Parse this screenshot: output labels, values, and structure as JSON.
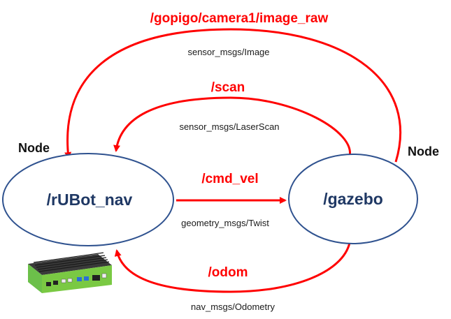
{
  "colors": {
    "topic": "#ff0000",
    "arrow": "#ff0000",
    "node_border": "#2f528f",
    "node_text": "#1f3864"
  },
  "nodes": {
    "left": {
      "name": "/rUBot_nav",
      "label": "Node"
    },
    "right": {
      "name": "/gazebo",
      "label": "Node"
    }
  },
  "topics": {
    "camera": {
      "name": "/gopigo/camera1/image_raw",
      "msg_type": "sensor_msgs/Image"
    },
    "scan": {
      "name": "/scan",
      "msg_type": "sensor_msgs/LaserScan"
    },
    "cmd_vel": {
      "name": "/cmd_vel",
      "msg_type": "geometry_msgs/Twist"
    },
    "odom": {
      "name": "/odom",
      "msg_type": "nav_msgs/Odometry"
    }
  },
  "robot_image": {
    "icon": "robot-computer-icon"
  }
}
